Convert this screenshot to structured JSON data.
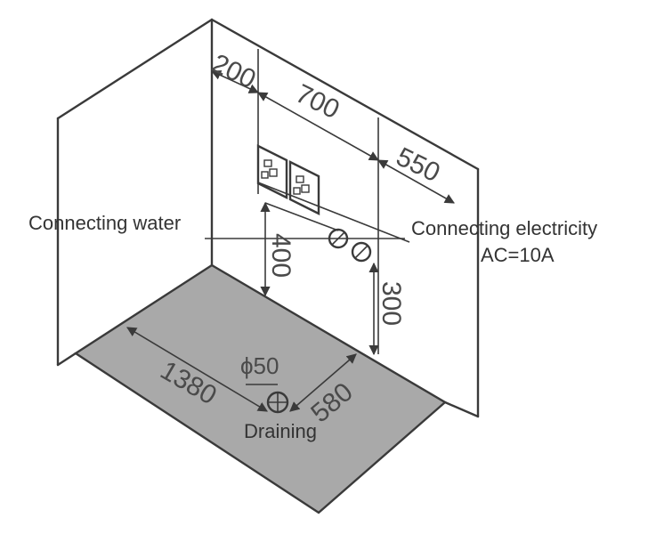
{
  "labels": {
    "connecting_water": "Connecting water",
    "connecting_electricity": "Connecting electricity",
    "ac_rating": "AC=10A",
    "draining": "Draining",
    "drain_diameter": "ϕ50"
  },
  "dimensions": {
    "d200": "200",
    "d700": "700",
    "d550": "550",
    "d400": "400",
    "d300": "300",
    "d1380": "1380",
    "d580": "580"
  },
  "colors": {
    "floor": "#a9a9a9",
    "line": "#3a3a3a",
    "text": "#4a4a4a",
    "background": "#ffffff"
  },
  "icons": {
    "socket": "double-socket-icon",
    "valve": "water-valve-icon",
    "drain": "drain-icon"
  }
}
